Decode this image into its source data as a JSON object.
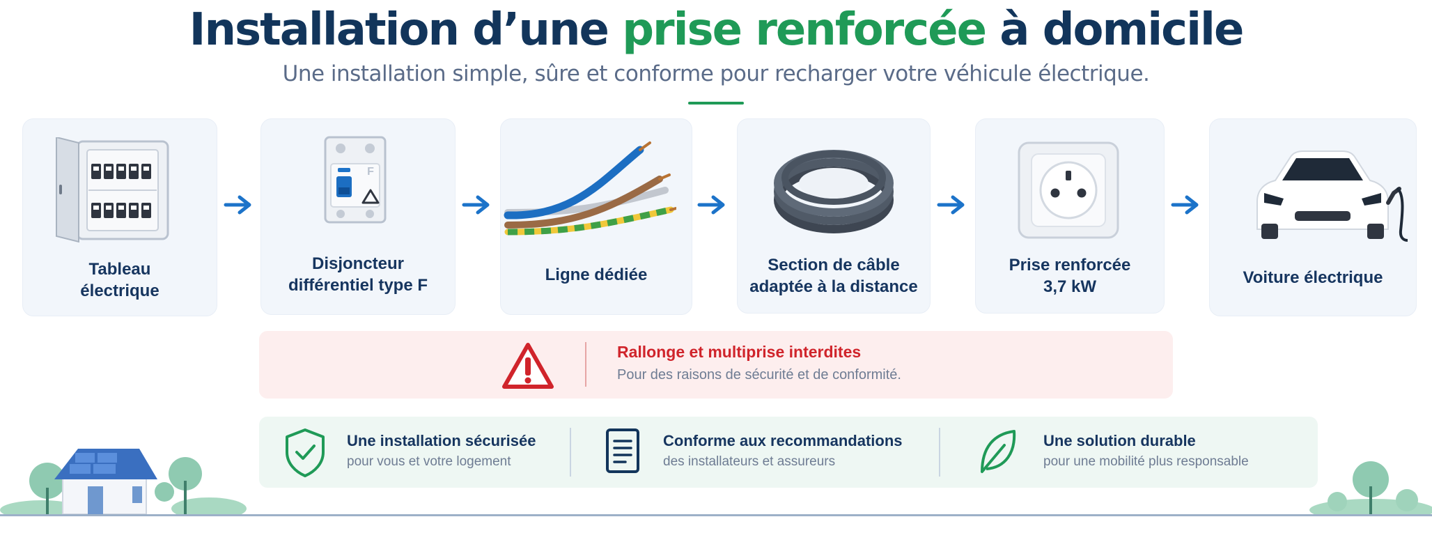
{
  "header": {
    "title_part1": "Installation d’une ",
    "title_accent": "prise renforcée",
    "title_part2": " à domicile",
    "subtitle": "Une installation simple, sûre et conforme pour recharger votre véhicule électrique."
  },
  "steps": [
    {
      "line1": "Tableau",
      "line2": "électrique",
      "icon": "electrical-panel-icon"
    },
    {
      "line1": "Disjoncteur",
      "line2": "différentiel type F",
      "icon": "breaker-icon",
      "badge": "F"
    },
    {
      "line1": "Ligne dédiée",
      "icon": "cable-icon"
    },
    {
      "line1": "Section de câble",
      "line2": "adaptée à la distance",
      "icon": "cable-coil-icon"
    },
    {
      "line1": "Prise renforcée",
      "line2": "3,7 kW",
      "icon": "socket-icon"
    },
    {
      "line1": "Voiture électrique",
      "icon": "electric-car-icon"
    }
  ],
  "warning": {
    "title": "Rallonge et multiprise interdites",
    "subtitle": "Pour des raisons de sécurité et de conformité.",
    "icon": "warning-triangle-icon"
  },
  "benefits": [
    {
      "title": "Une installation sécurisée",
      "subtitle": "pour vous et votre logement",
      "icon": "shield-check-icon"
    },
    {
      "title": "Conforme aux recommandations",
      "subtitle": "des installateurs et assureurs",
      "icon": "document-icon"
    },
    {
      "title": "Une solution durable",
      "subtitle": "pour une mobilité plus responsable",
      "icon": "leaf-icon"
    }
  ],
  "colors": {
    "navy": "#12355b",
    "green": "#1f9a57",
    "blue": "#1c73c9",
    "red": "#d0242b"
  }
}
